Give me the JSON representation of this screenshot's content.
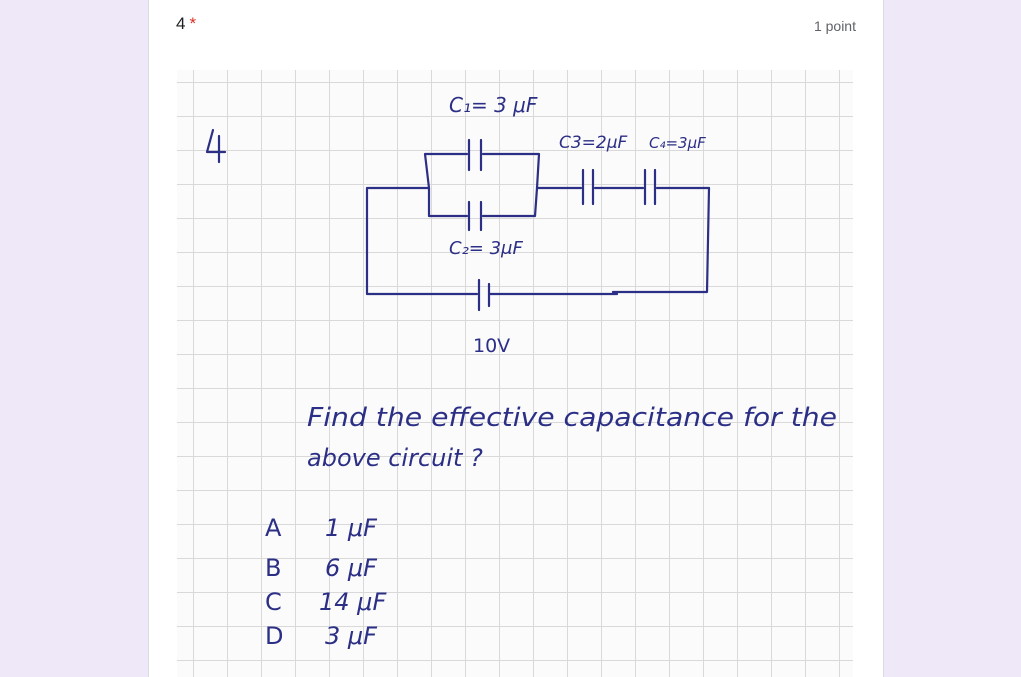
{
  "question": {
    "number": "4",
    "required_mark": "*",
    "points": "1 point",
    "image_alt": "Handwritten circuit question"
  },
  "figure": {
    "question_number": "4",
    "c1_label": "C₁= 3 μF",
    "c2_label": "C₂= 3μF",
    "c3_label": "C3=2μF",
    "c4_label": "C₄=3μF",
    "voltage_label": "10V",
    "prompt_line1": "Find the effective capacitance for the",
    "prompt_line2": "above circuit ?",
    "options": [
      {
        "letter": "A",
        "value": "1 μF"
      },
      {
        "letter": "B",
        "value": "6 μF"
      },
      {
        "letter": "C",
        "value": "14 μF"
      },
      {
        "letter": "D",
        "value": "3 μF"
      }
    ]
  },
  "colors": {
    "ink": "#2c2f86",
    "required": "#d93025",
    "background": "#efe8f8"
  }
}
